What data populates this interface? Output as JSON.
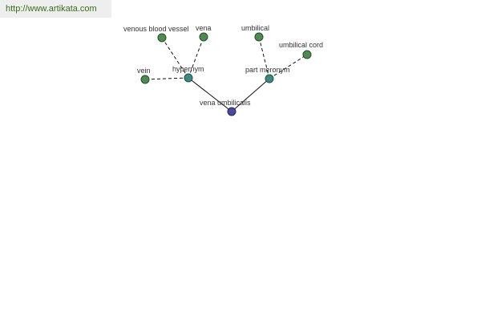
{
  "header": {
    "url": "http://www.artikata.com"
  },
  "graph": {
    "root": {
      "label": "vena umbilicalis"
    },
    "relations": [
      {
        "label": "hypernym",
        "children": [
          {
            "label": "venous blood vessel"
          },
          {
            "label": "vena"
          },
          {
            "label": "vein"
          }
        ]
      },
      {
        "label": "part meronym",
        "children": [
          {
            "label": "umbilical"
          },
          {
            "label": "umbilical cord"
          }
        ]
      }
    ]
  },
  "colors": {
    "root_node": "#4a4a96",
    "relation_node": "#3f8a80",
    "leaf_node": "#4f8a52",
    "url_text": "#3a6e1c"
  }
}
